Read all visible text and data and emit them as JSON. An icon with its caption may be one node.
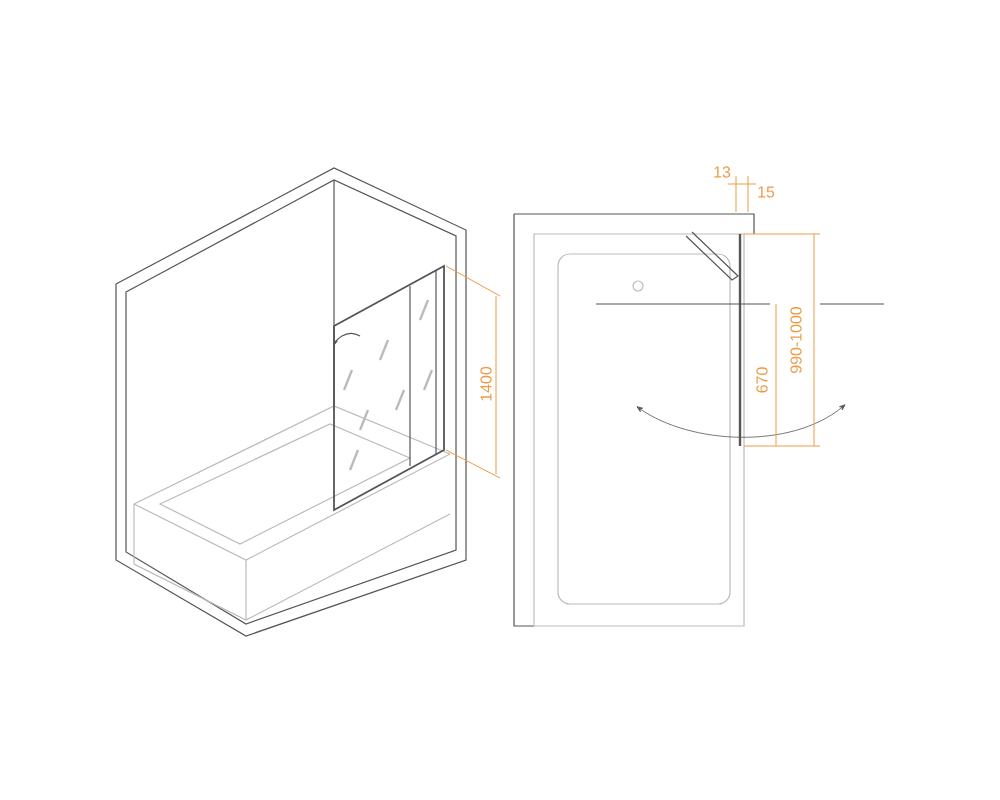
{
  "diagram": {
    "labels": [
      "1400",
      "13",
      "15",
      "990-1000",
      "670"
    ]
  }
}
